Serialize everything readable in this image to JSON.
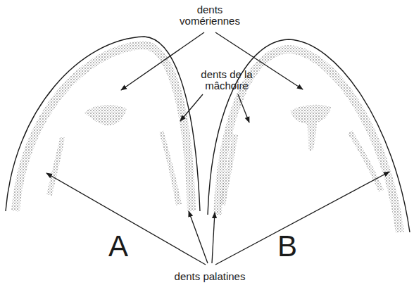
{
  "diagram": {
    "labels": [
      "dents vomériennes",
      "dents de la mâchoire",
      "A",
      "B",
      "dents palatines"
    ]
  }
}
